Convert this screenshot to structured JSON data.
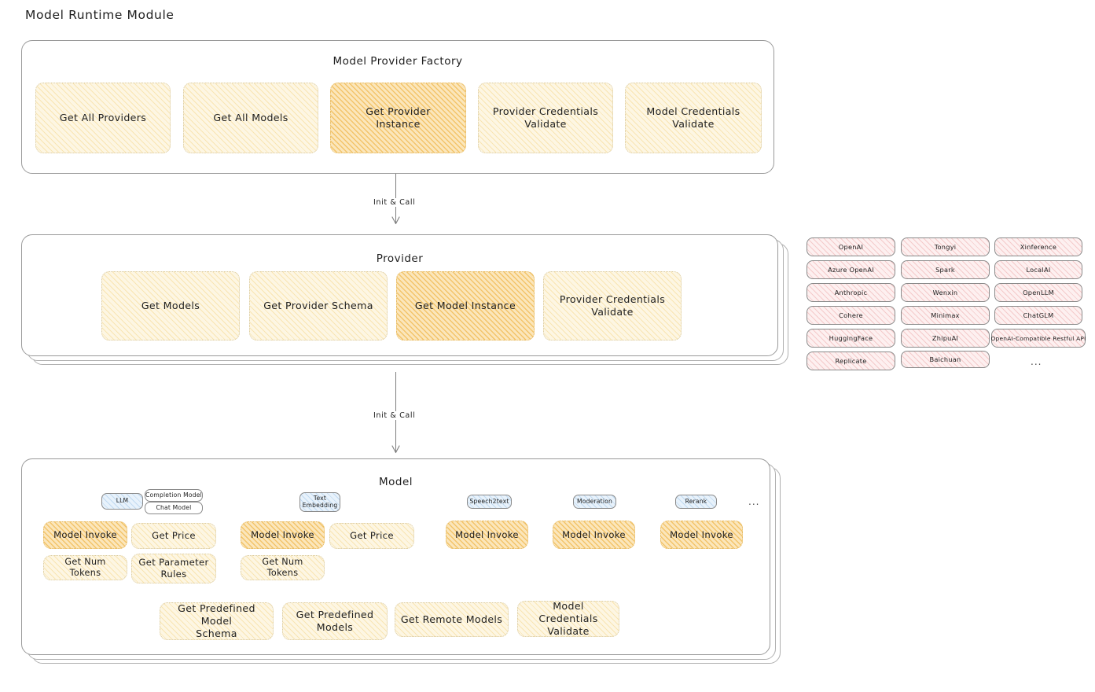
{
  "diagram": {
    "title": "Model Runtime Module",
    "type": "architecture-block-diagram"
  },
  "factory": {
    "title": "Model Provider Factory",
    "nodes": [
      {
        "label": "Get All Providers",
        "highlight": false
      },
      {
        "label": "Get All Models",
        "highlight": false
      },
      {
        "label": "Get Provider\nInstance",
        "highlight": true
      },
      {
        "label": "Provider Credentials\nValidate",
        "highlight": false
      },
      {
        "label": "Model Credentials\nValidate",
        "highlight": false
      }
    ]
  },
  "arrows": [
    {
      "label": "Init & Call",
      "from": "Model Provider Factory",
      "to": "Provider"
    },
    {
      "label": "Init & Call",
      "from": "Provider",
      "to": "Model"
    }
  ],
  "provider": {
    "title": "Provider",
    "nodes": [
      {
        "label": "Get Models",
        "highlight": false
      },
      {
        "label": "Get Provider Schema",
        "highlight": false
      },
      {
        "label": "Get Model Instance",
        "highlight": true
      },
      {
        "label": "Provider Credentials\nValidate",
        "highlight": false
      }
    ]
  },
  "provider_list": {
    "columns": [
      [
        "OpenAI",
        "Azure OpenAI",
        "Anthropic",
        "Cohere",
        "HuggingFace",
        "Replicate"
      ],
      [
        "Tongyi",
        "Spark",
        "Wenxin",
        "Minimax",
        "ZhipuAI",
        "Baichuan"
      ],
      [
        "Xinference",
        "LocalAI",
        "OpenLLM",
        "ChatGLM",
        "OpenAI-Compatible Restful API"
      ]
    ],
    "more": "..."
  },
  "model": {
    "title": "Model",
    "more": "...",
    "types": [
      {
        "badge": "LLM",
        "sub_badges": [
          "Completion Model",
          "Chat Model"
        ],
        "nodes": [
          {
            "label": "Model Invoke",
            "highlight": true
          },
          {
            "label": "Get Price",
            "highlight": false
          },
          {
            "label": "Get Num Tokens",
            "highlight": false
          },
          {
            "label": "Get Parameter\nRules",
            "highlight": false
          }
        ]
      },
      {
        "badge": "Text\nEmbedding",
        "sub_badges": [],
        "nodes": [
          {
            "label": "Model Invoke",
            "highlight": true
          },
          {
            "label": "Get Price",
            "highlight": false
          },
          {
            "label": "Get Num Tokens",
            "highlight": false
          }
        ]
      },
      {
        "badge": "Speech2text",
        "sub_badges": [],
        "nodes": [
          {
            "label": "Model Invoke",
            "highlight": true
          }
        ]
      },
      {
        "badge": "Moderation",
        "sub_badges": [],
        "nodes": [
          {
            "label": "Model Invoke",
            "highlight": true
          }
        ]
      },
      {
        "badge": "Rerank",
        "sub_badges": [],
        "nodes": [
          {
            "label": "Model Invoke",
            "highlight": true
          }
        ]
      }
    ],
    "common_nodes": [
      {
        "label": "Get Predefined Model\nSchema"
      },
      {
        "label": "Get Predefined\nModels"
      },
      {
        "label": "Get Remote Models"
      },
      {
        "label": "Model Credentials\nValidate"
      }
    ]
  },
  "colors": {
    "cream_fill": "#fdf6e3",
    "amber_fill": "#fbe6bb",
    "pink_fill": "#fdf0f0",
    "blue_fill": "#e8f2fb",
    "stroke": "#9a9a9a",
    "text": "#1e1e1e"
  }
}
